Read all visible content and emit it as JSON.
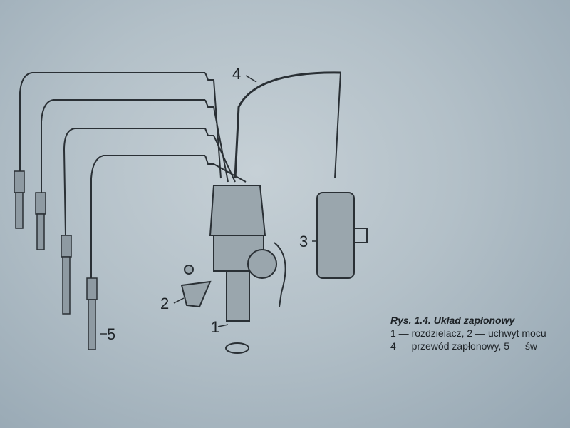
{
  "figure": {
    "labels": [
      "1",
      "2",
      "3",
      "4",
      "5"
    ],
    "caption": {
      "title": "Rys. 1.4. Układ zapłonowy",
      "line1": "1 — rozdzielacz, 2 — uchwyt mocu",
      "line2": "4 — przewód zapłonowy, 5 — św"
    }
  }
}
